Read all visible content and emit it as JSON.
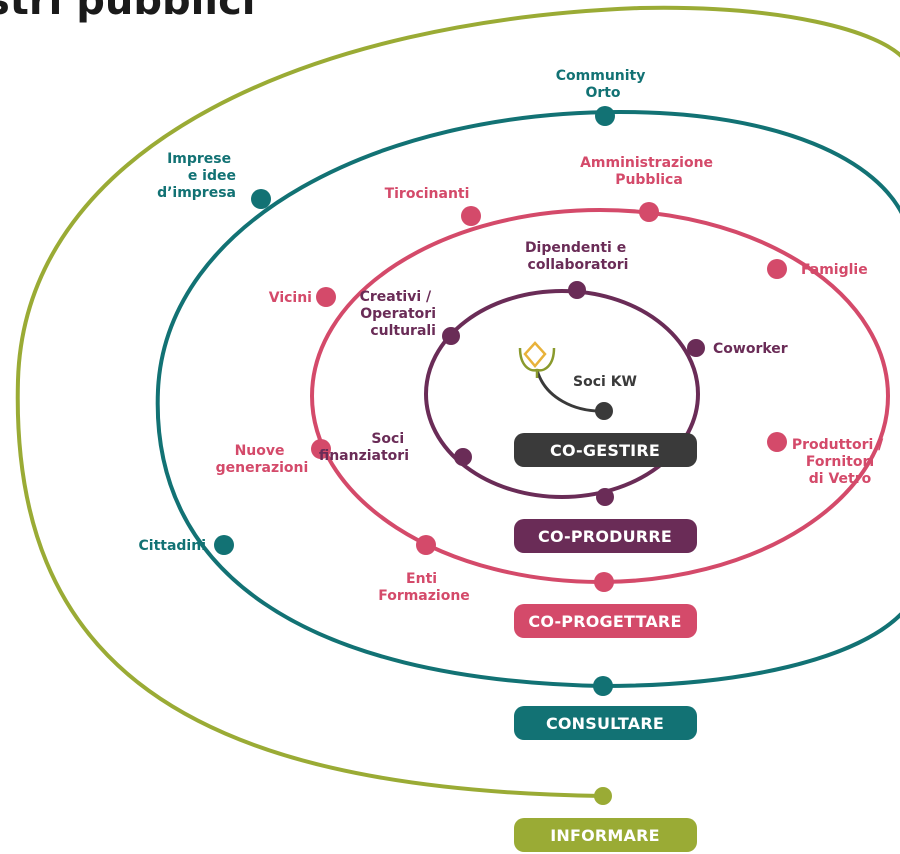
{
  "title": "stri pubblici",
  "colors": {
    "informare": "#9aab35",
    "consultare": "#127274",
    "coprogettare": "#d44a6a",
    "coprodurre": "#6a2c57",
    "cogestire": "#3a3a3a",
    "logo_gold": "#e8b23a",
    "logo_green": "#8a9a2c"
  },
  "rings": {
    "cogestire": {
      "badge": "CO-GESTIRE",
      "nodes": [
        "Soci KW"
      ]
    },
    "coprodurre": {
      "badge": "CO-PRODURRE",
      "nodes": [
        "Dipendenti e\ncollaboratori",
        "Coworker",
        "Soci\nfinanziatori",
        "Creativi /\nOperatori\nculturali"
      ]
    },
    "coprogettare": {
      "badge": "CO-PROGETTARE",
      "nodes": [
        "Tirocinanti",
        "Amministrazione\nPubblica",
        "Famiglie",
        "Produttori /\nFornitori\ndi Vetro",
        "Enti\nFormazione",
        "Nuove\ngenerazioni",
        "Vicini"
      ]
    },
    "consultare": {
      "badge": "CONSULTARE",
      "nodes": [
        "Community\nOrto",
        "Imprese\ne idee\nd’impresa",
        "Cittadini"
      ]
    },
    "informare": {
      "badge": "INFORMARE",
      "nodes": []
    }
  },
  "logo_icon": "lotus-icon"
}
